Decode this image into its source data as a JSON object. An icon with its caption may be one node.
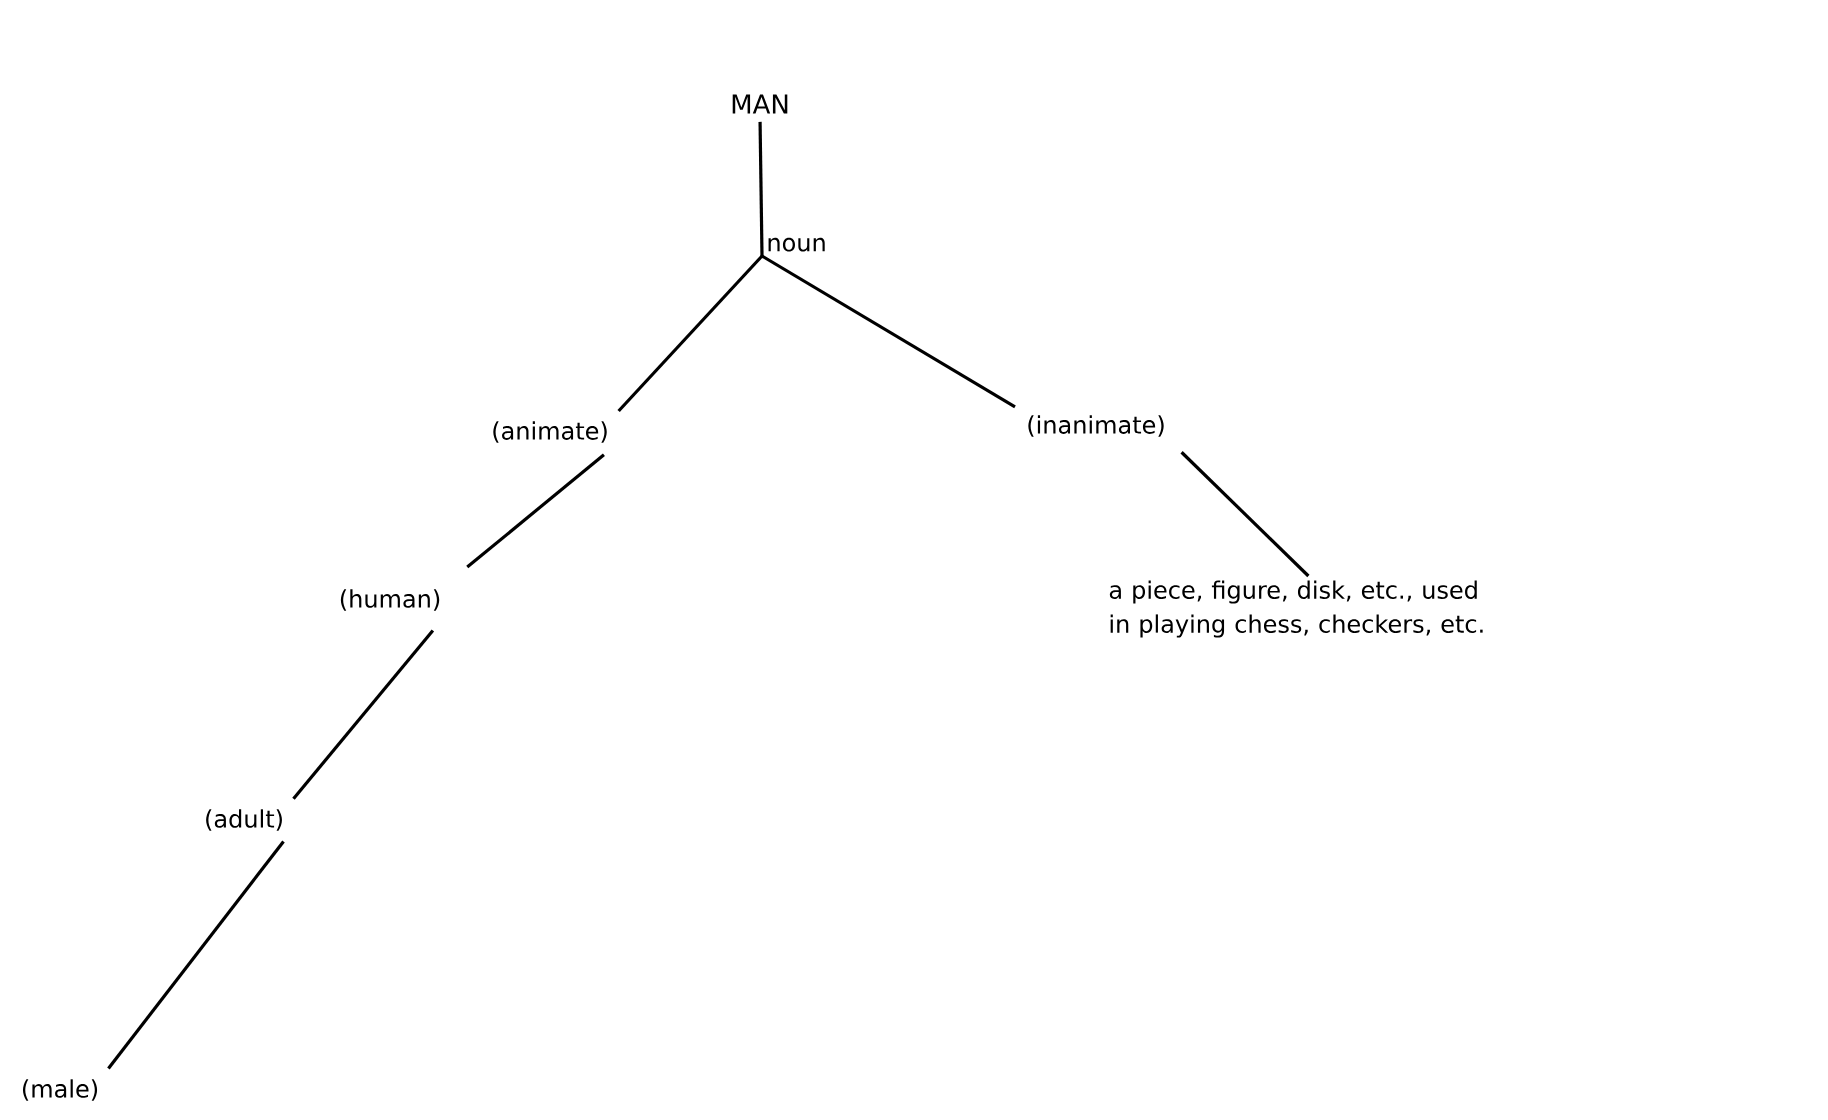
{
  "diagram": {
    "nodes": [
      {
        "text": [
          "MAN"
        ]
      },
      {
        "text": [
          "noun"
        ]
      },
      {
        "text": [
          "(animate)"
        ]
      },
      {
        "text": [
          "(inanimate)"
        ]
      },
      {
        "text": [
          "(human)"
        ]
      },
      {
        "text": [
          "a piece, figure, disk, etc., used in playing chess, checkers, etc."
        ]
      },
      {
        "text": [
          "(adult)"
        ]
      },
      {
        "text": [
          "(male)"
        ]
      }
    ],
    "edges": [
      {
        "from": 0,
        "to": 1,
        "arrow": "none"
      },
      {
        "from": 1,
        "to": 2,
        "arrow": "none"
      },
      {
        "from": 1,
        "to": 3,
        "arrow": "none"
      },
      {
        "from": 2,
        "to": 4,
        "arrow": "none"
      },
      {
        "from": 3,
        "to": 5,
        "arrow": "none"
      },
      {
        "from": 4,
        "to": 6,
        "arrow": "none"
      },
      {
        "from": 6,
        "to": 7,
        "arrow": "none"
      }
    ]
  }
}
